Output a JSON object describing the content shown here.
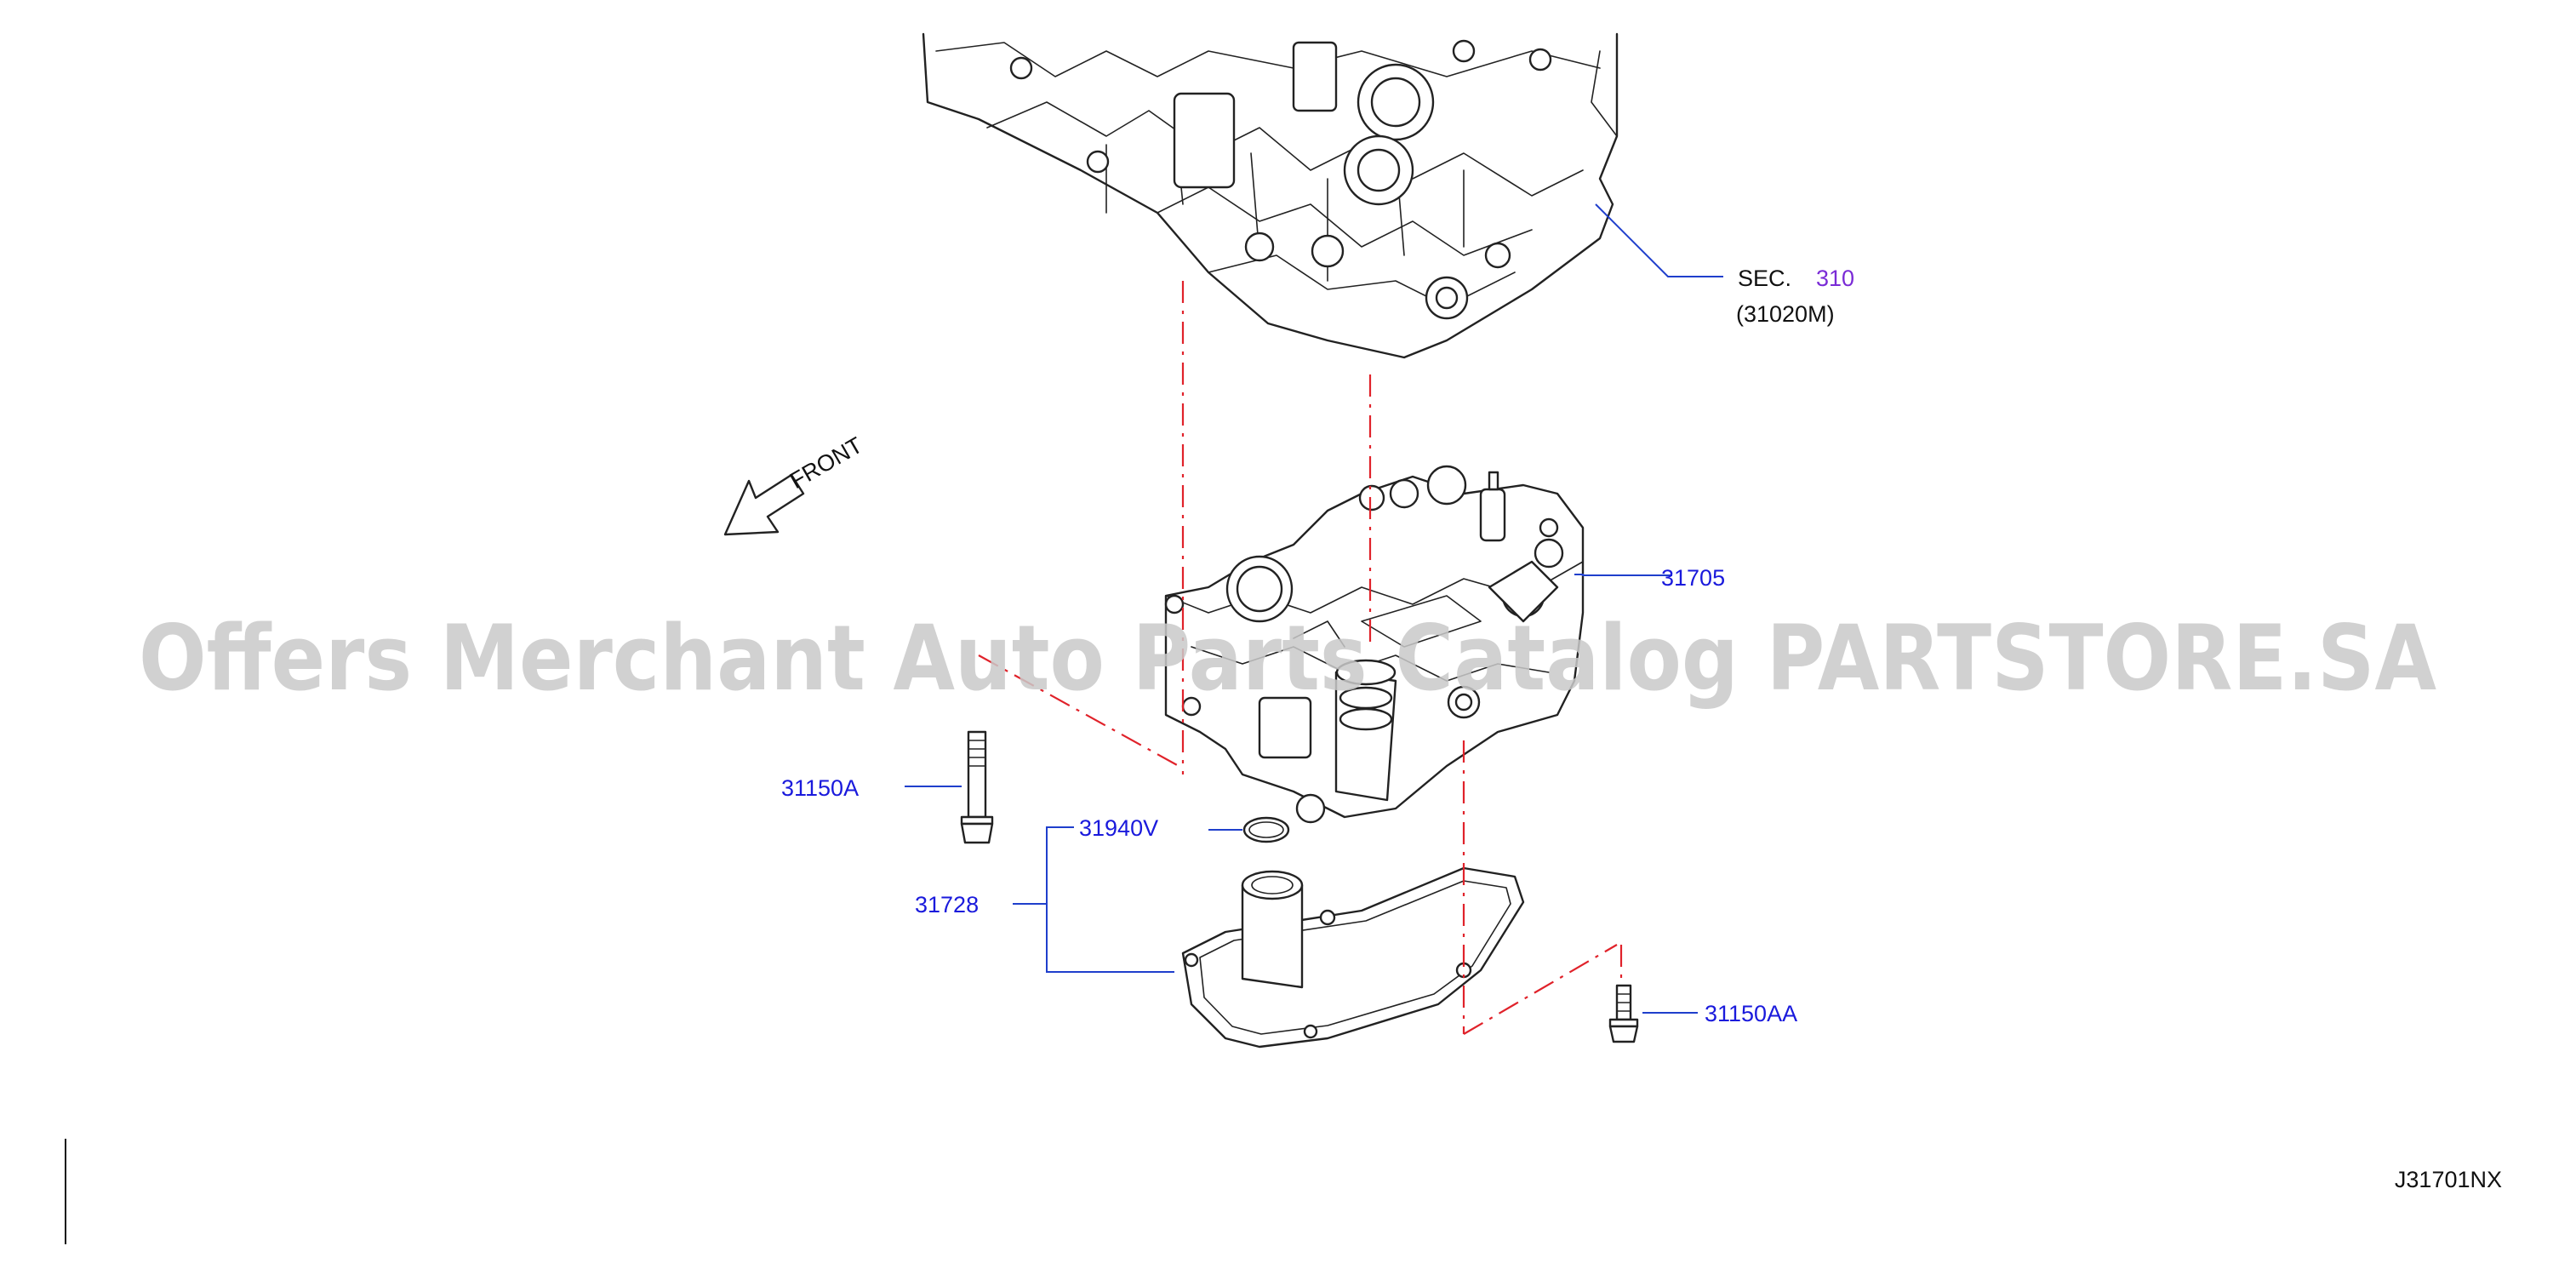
{
  "diagram": {
    "drawing_code": "J31701NX",
    "watermark": "Offers Merchant Auto Parts Catalog PARTSTORE.SA",
    "front_label": "FRONT",
    "section_ref": {
      "prefix": "SEC.",
      "number": "310",
      "sub": "(31020M)"
    },
    "callouts": {
      "valve_body": "31705",
      "bolt_long": "31150A",
      "o_ring": "31940V",
      "strainer": "31728",
      "bolt_short": "31150AA"
    },
    "colors": {
      "callout_text": "#1a1adc",
      "section_link": "#7a2bd6",
      "leader_line": "#1f3fcc",
      "center_line": "#e0222a",
      "watermark": "#c9c9c9"
    }
  }
}
